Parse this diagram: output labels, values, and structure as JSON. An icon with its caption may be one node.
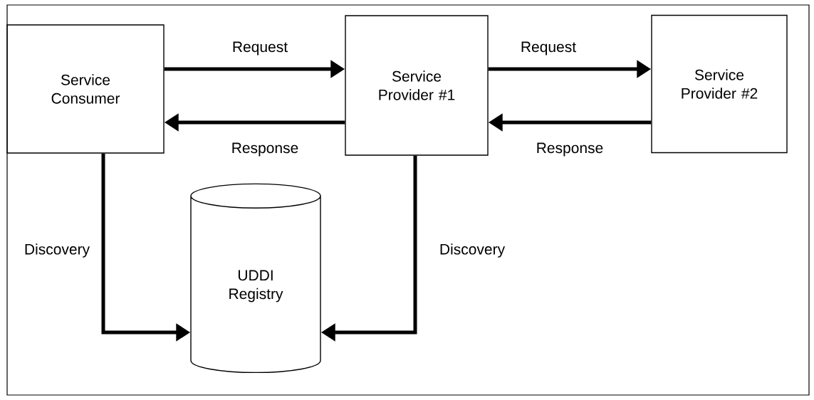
{
  "diagram": {
    "nodes": [
      {
        "text": [
          "Service Consumer"
        ]
      },
      {
        "text": [
          "Service Provider #1"
        ]
      },
      {
        "text": [
          "Service Provider #2"
        ]
      },
      {
        "text": [
          "UDDI Registry"
        ]
      }
    ],
    "edges": [
      {
        "from": 0,
        "to": 1,
        "arrow": "to",
        "label": "Request"
      },
      {
        "from": 1,
        "to": 0,
        "arrow": "to",
        "label": "Response"
      },
      {
        "from": 1,
        "to": 2,
        "arrow": "to",
        "label": "Request"
      },
      {
        "from": 2,
        "to": 1,
        "arrow": "to",
        "label": "Response"
      },
      {
        "from": 0,
        "to": 3,
        "arrow": "to",
        "label": "Discovery"
      },
      {
        "from": 1,
        "to": 3,
        "arrow": "to",
        "label": "Discovery"
      }
    ]
  }
}
